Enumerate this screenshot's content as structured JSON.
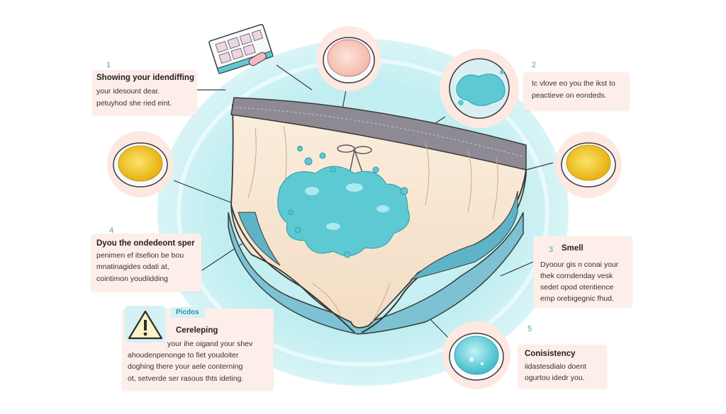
{
  "callouts": {
    "c1": {
      "number": "1",
      "lines": [
        "Showing your idendiffing",
        "your idesount dear.",
        "petuyhod she ried eint."
      ]
    },
    "c2": {
      "number": "2",
      "lines": [
        "Ic vlove eo you the ikst to",
        "peactieve on eondeds."
      ]
    },
    "c4": {
      "number": "4",
      "lines": [
        "Dyou the ondedeont sper",
        "penimen ef itsefion be bou",
        "mnatinagides odati at,",
        "cointimon youdiidding"
      ]
    },
    "c3": {
      "number": "3",
      "title": "Smell",
      "lines": [
        "Dyoour gis n conai your",
        "thek corndenday vesk",
        "sedet opod otentience",
        "emp orebigegnic fhud."
      ]
    },
    "warning": {
      "tag": "Picdos",
      "title": "Cereleping",
      "lines": [
        "your ihe oigand your shev",
        "ahoudenpenonge to fiet youdoiter",
        "doghing there your aele conterning",
        "ot, setverde ser rasous thts ideting."
      ]
    },
    "c5": {
      "number": "5",
      "title": "Conisistency",
      "lines": [
        "iidastesdialo doent",
        "ogurtou idedr you."
      ]
    }
  },
  "colors": {
    "halo": "#bfeef1",
    "fabric": "#f8e7d2",
    "waistband": "#8e8a93",
    "lining": "#7cc2d3",
    "stain": "#5cc9d3",
    "callout_bg": "#fdeeea",
    "accent": "#4aa3b0",
    "yellow_fluid": "#f1c31a"
  },
  "icons": [
    "pill-blister-icon",
    "petri-dish-icon",
    "warning-icon"
  ]
}
